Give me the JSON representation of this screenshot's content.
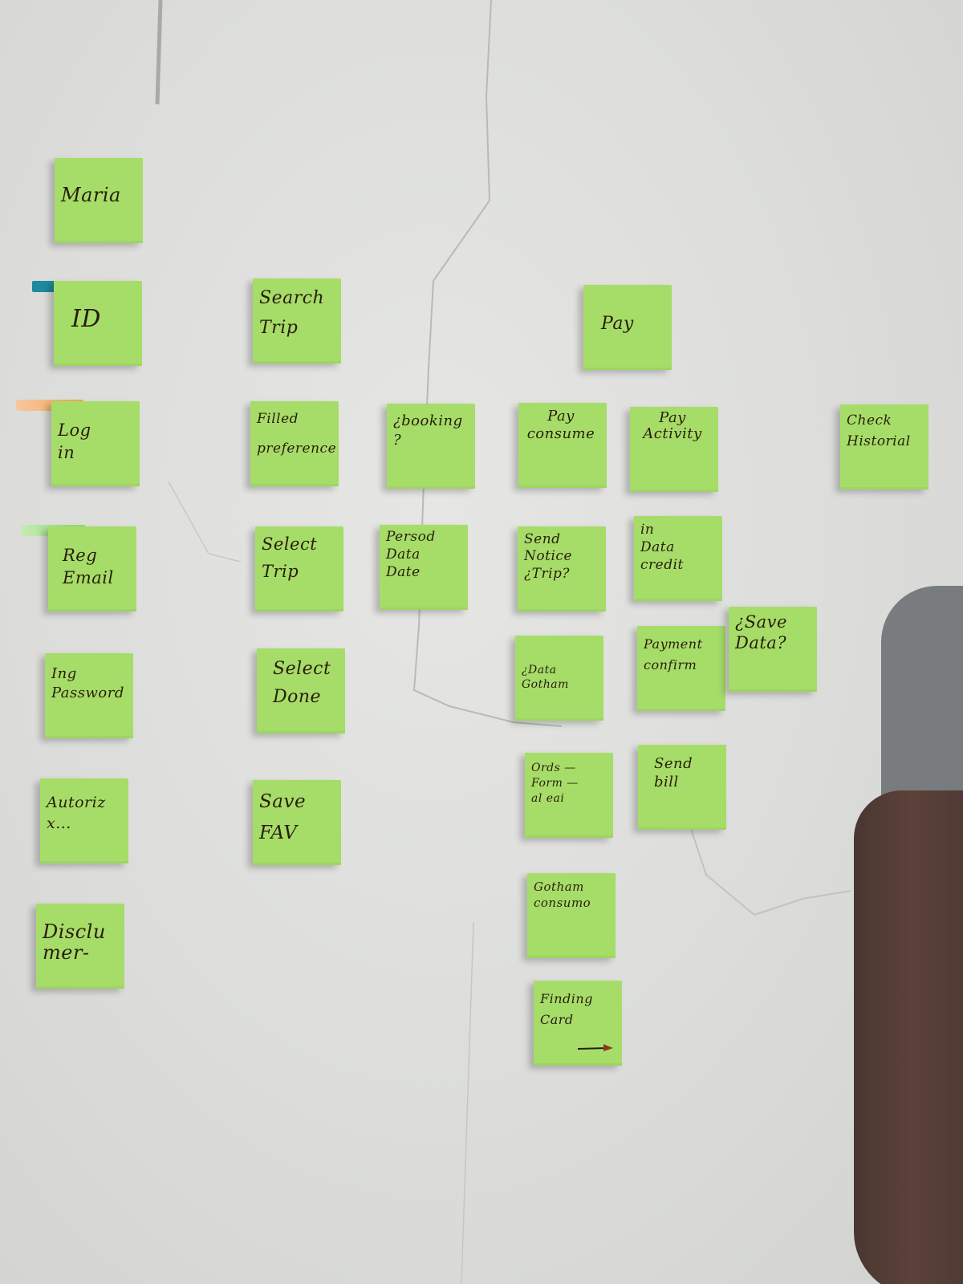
{
  "notes": {
    "maria": "Maria",
    "id": "ID",
    "login": "Log\n  in",
    "reg_email": "Reg\n Email",
    "ing_password": "Ing\nPassword",
    "autorizacion": "Autoriz\nx...",
    "disclaimer": "Disclu\n mer-",
    "search_trip": "Search\nTrip",
    "filled_preference": "Filled\npreference",
    "select_trip": "Select\nTrip",
    "select_done": "Select\nDone",
    "save_fav": "Save\nFAV",
    "booking": "¿booking\n   ?",
    "personal_data": "Persod\nData\nDate",
    "pay": "Pay",
    "pay_consume": "Pay\nconsume",
    "send_notice": "Send\nNotice\n¿Trip?",
    "data_gotham": "¿Data\n  Gotham",
    "orders_form": "Ords —\nForm —\n al eai",
    "gotham_consumo": "Gotham\nconsumo",
    "finding_card": "Finding\nCard",
    "pay_activity": "Pay\nActivity",
    "in_data_credit": "in\n Data\n credit",
    "payment_confirm": "Payment\nconfirm",
    "send_bill": "Send\nbill",
    "save_data": "¿Save\n Data?",
    "check_historial": "Check\nHistorial"
  },
  "colors": {
    "sticky_note": "#a6dd69",
    "handwriting": "#2a1d0c",
    "wall": "#dcdddb",
    "flag_teal": "#1f8a9c",
    "flag_orange": "#f2a64a",
    "flag_green": "#8fd86a"
  }
}
